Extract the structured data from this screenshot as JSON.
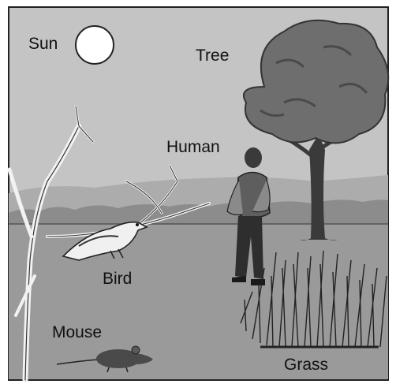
{
  "labels": {
    "sun": "Sun",
    "tree": "Tree",
    "human": "Human",
    "bird": "Bird",
    "mouse": "Mouse",
    "grass": "Grass"
  },
  "colors": {
    "sky": "#c4c4c4",
    "hills_far": "#a9a9a9",
    "hills_near": "#8f8f8f",
    "ground": "#989898",
    "sun": "#ffffff",
    "outline": "#111111"
  }
}
